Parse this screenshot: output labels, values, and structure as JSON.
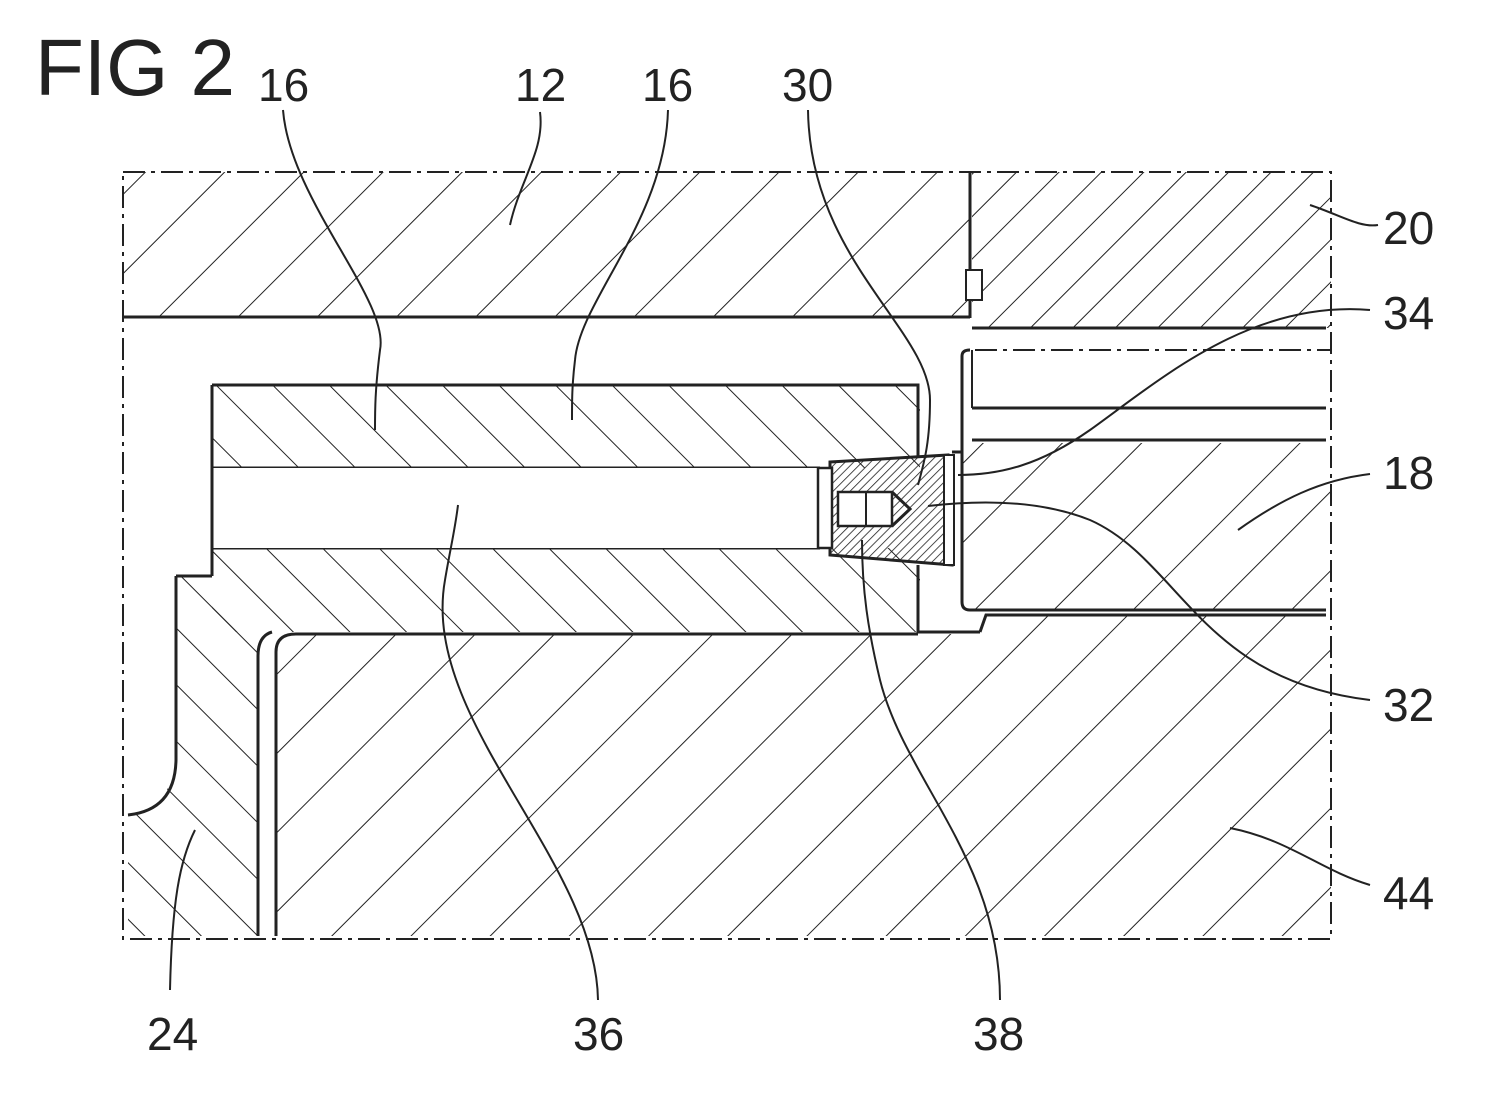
{
  "figure": {
    "title": "FIG 2"
  },
  "labels": {
    "l16a": "16",
    "l12": "12",
    "l16b": "16",
    "l30": "30",
    "l20": "20",
    "l34": "34",
    "l18": "18",
    "l32": "32",
    "l44": "44",
    "l24": "24",
    "l36": "36",
    "l38": "38"
  },
  "colors": {
    "line": "#222222",
    "background": "#ffffff"
  }
}
